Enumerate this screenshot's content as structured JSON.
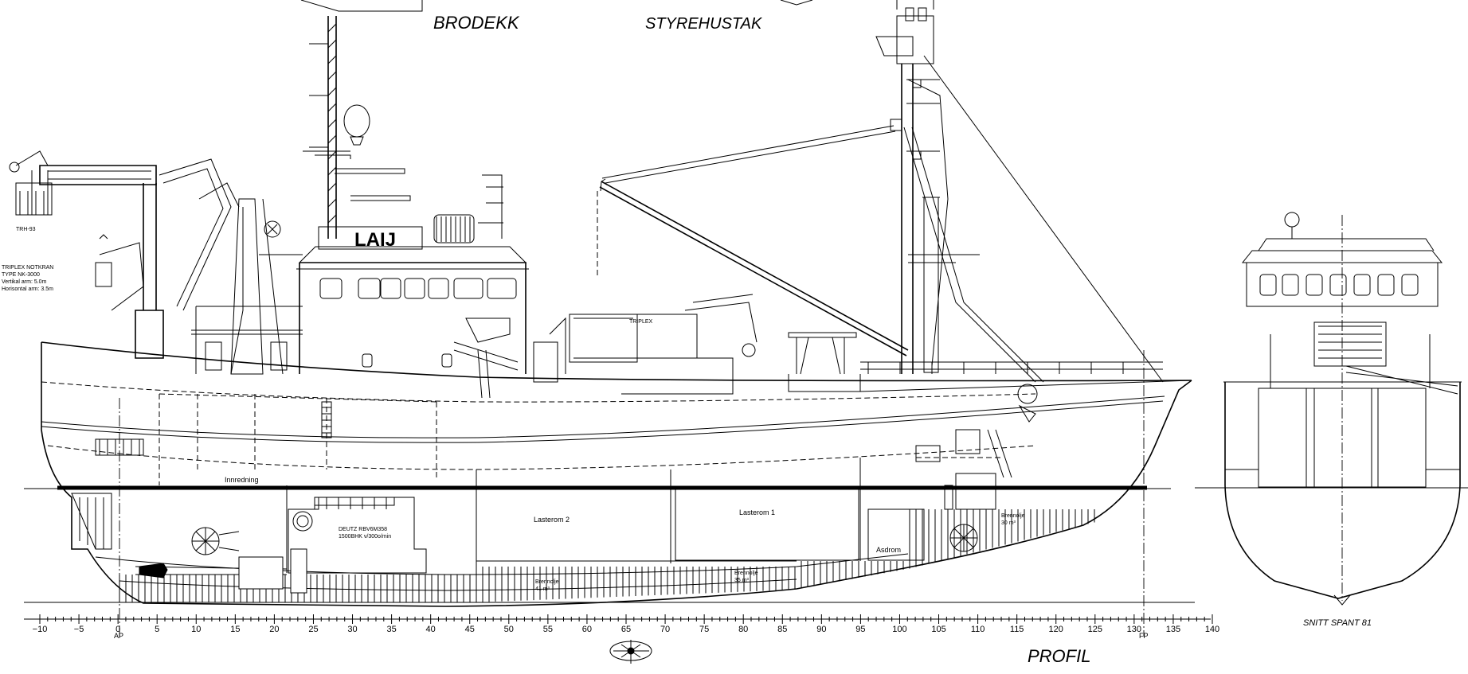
{
  "labels": {
    "brodekk": "BRODEKK",
    "styrehustak": "STYREHUSTAK",
    "profil": "PROFIL",
    "snitt": "SNITT SPANT 81",
    "ship_name": "LAIJ",
    "crane_brand": "TRIPLEX",
    "crane_code": "TRH-93",
    "crane_info": [
      "TRIPLEX NOTKRAN",
      "TYPE NK-3000",
      "Vertikal arm: 5.0m",
      "Horisontal arm: 3.5m"
    ],
    "innredning": "Innredning",
    "lasterom2": "Lasterom 2",
    "lasterom1": "Lasterom 1",
    "asdrom": "Asdrom",
    "engine": [
      "DEUTZ RBV6M358",
      "1500BHK v/300o/min"
    ],
    "tank1": [
      "Brennolje",
      "30 m³"
    ],
    "tank2": [
      "Brennolje",
      "41 m³"
    ],
    "tank3": [
      "Brennolje",
      "35 m³"
    ],
    "ap": "AP",
    "fp": "FP"
  },
  "frame_scale": {
    "ticks": [
      -10,
      -5,
      0,
      5,
      10,
      15,
      20,
      25,
      30,
      35,
      40,
      45,
      50,
      55,
      60,
      65,
      70,
      75,
      80,
      85,
      90,
      95,
      100,
      105,
      110,
      115,
      120,
      125,
      130,
      135,
      140
    ]
  }
}
